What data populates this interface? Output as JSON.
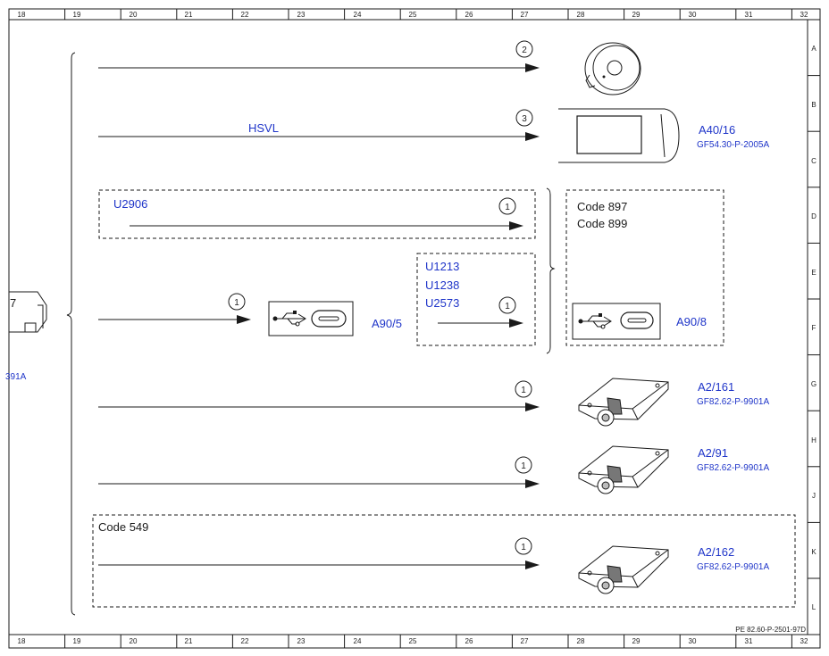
{
  "grid": {
    "columns": [
      "18",
      "19",
      "20",
      "21",
      "22",
      "23",
      "24",
      "25",
      "26",
      "27",
      "28",
      "29",
      "30",
      "31",
      "32"
    ],
    "rows": [
      "A",
      "B",
      "C",
      "D",
      "E",
      "F",
      "G",
      "H",
      "J",
      "K",
      "L"
    ]
  },
  "circles": {
    "c1": "2",
    "c2": "3",
    "c3": "1",
    "c4": "1",
    "c5": "1",
    "c6": "1",
    "c7": "1",
    "c8": "1"
  },
  "labels": {
    "hsvl": "HSVL",
    "a40_16": "A40/16",
    "a40_16_ref": "GF54.30-P-2005A",
    "u2906": "U2906",
    "code_897": "Code 897",
    "code_899": "Code 899",
    "u1213": "U1213",
    "u1238": "U1238",
    "u2573": "U2573",
    "a90_5": "A90/5",
    "a90_8": "A90/8",
    "a2_161": "A2/161",
    "a2_161_ref": "GF82.62-P-9901A",
    "a2_91": "A2/91",
    "a2_91_ref": "GF82.62-P-9901A",
    "code_549": "Code 549",
    "a2_162": "A2/162",
    "a2_162_ref": "GF82.62-P-9901A",
    "left_ref_fragment": "391A",
    "left_fragment_mark": "7"
  },
  "footer": {
    "doc_number": "PE 82.60-P-2501-97D"
  },
  "icons": [
    "speaker-icon",
    "display-unit-icon",
    "usb-port-icon",
    "antenna-module-icon"
  ]
}
